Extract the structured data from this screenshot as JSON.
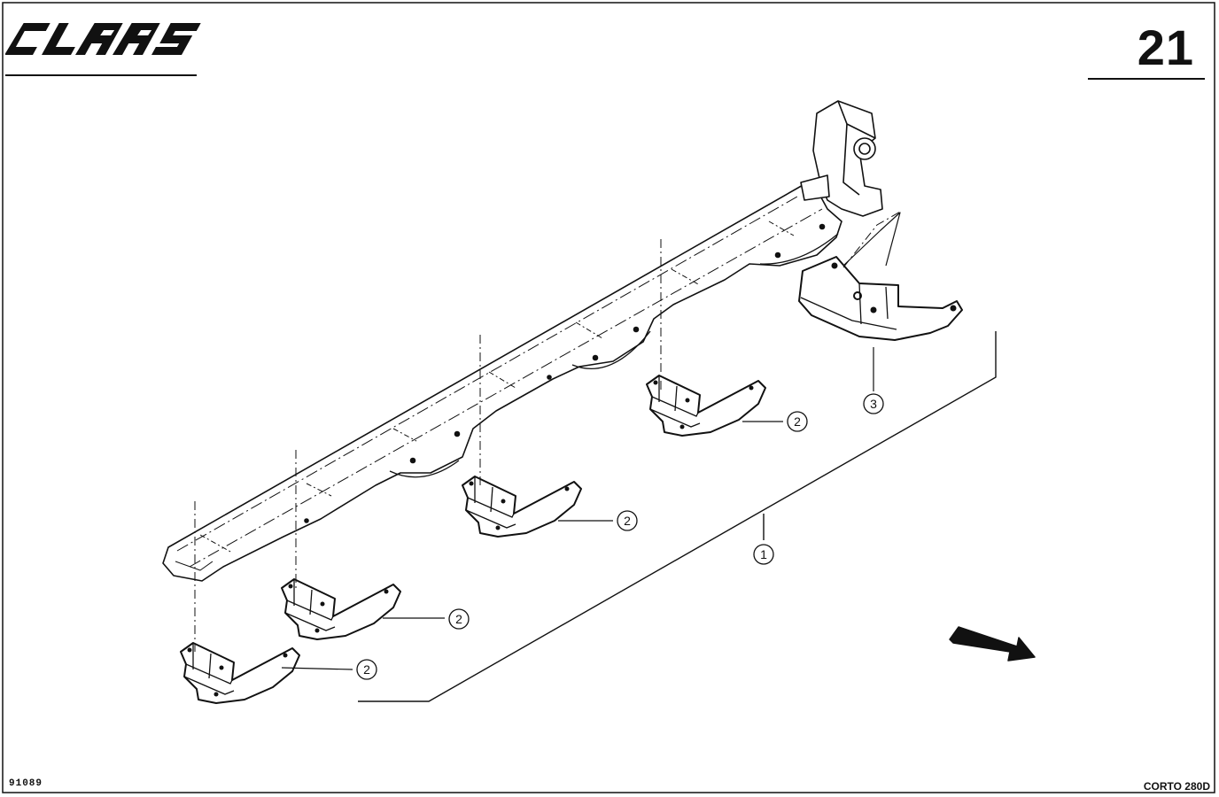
{
  "header": {
    "brand": "CLAAS",
    "page_number": "21"
  },
  "footer": {
    "drawing_number": "91089",
    "model": "CORTO 280D"
  },
  "callouts": [
    {
      "label": "1"
    },
    {
      "label": "2"
    },
    {
      "label": "2"
    },
    {
      "label": "2"
    },
    {
      "label": "2"
    },
    {
      "label": "3"
    }
  ],
  "icons": {
    "logo": "claas-logo",
    "direction": "travel-direction-arrow-icon"
  }
}
